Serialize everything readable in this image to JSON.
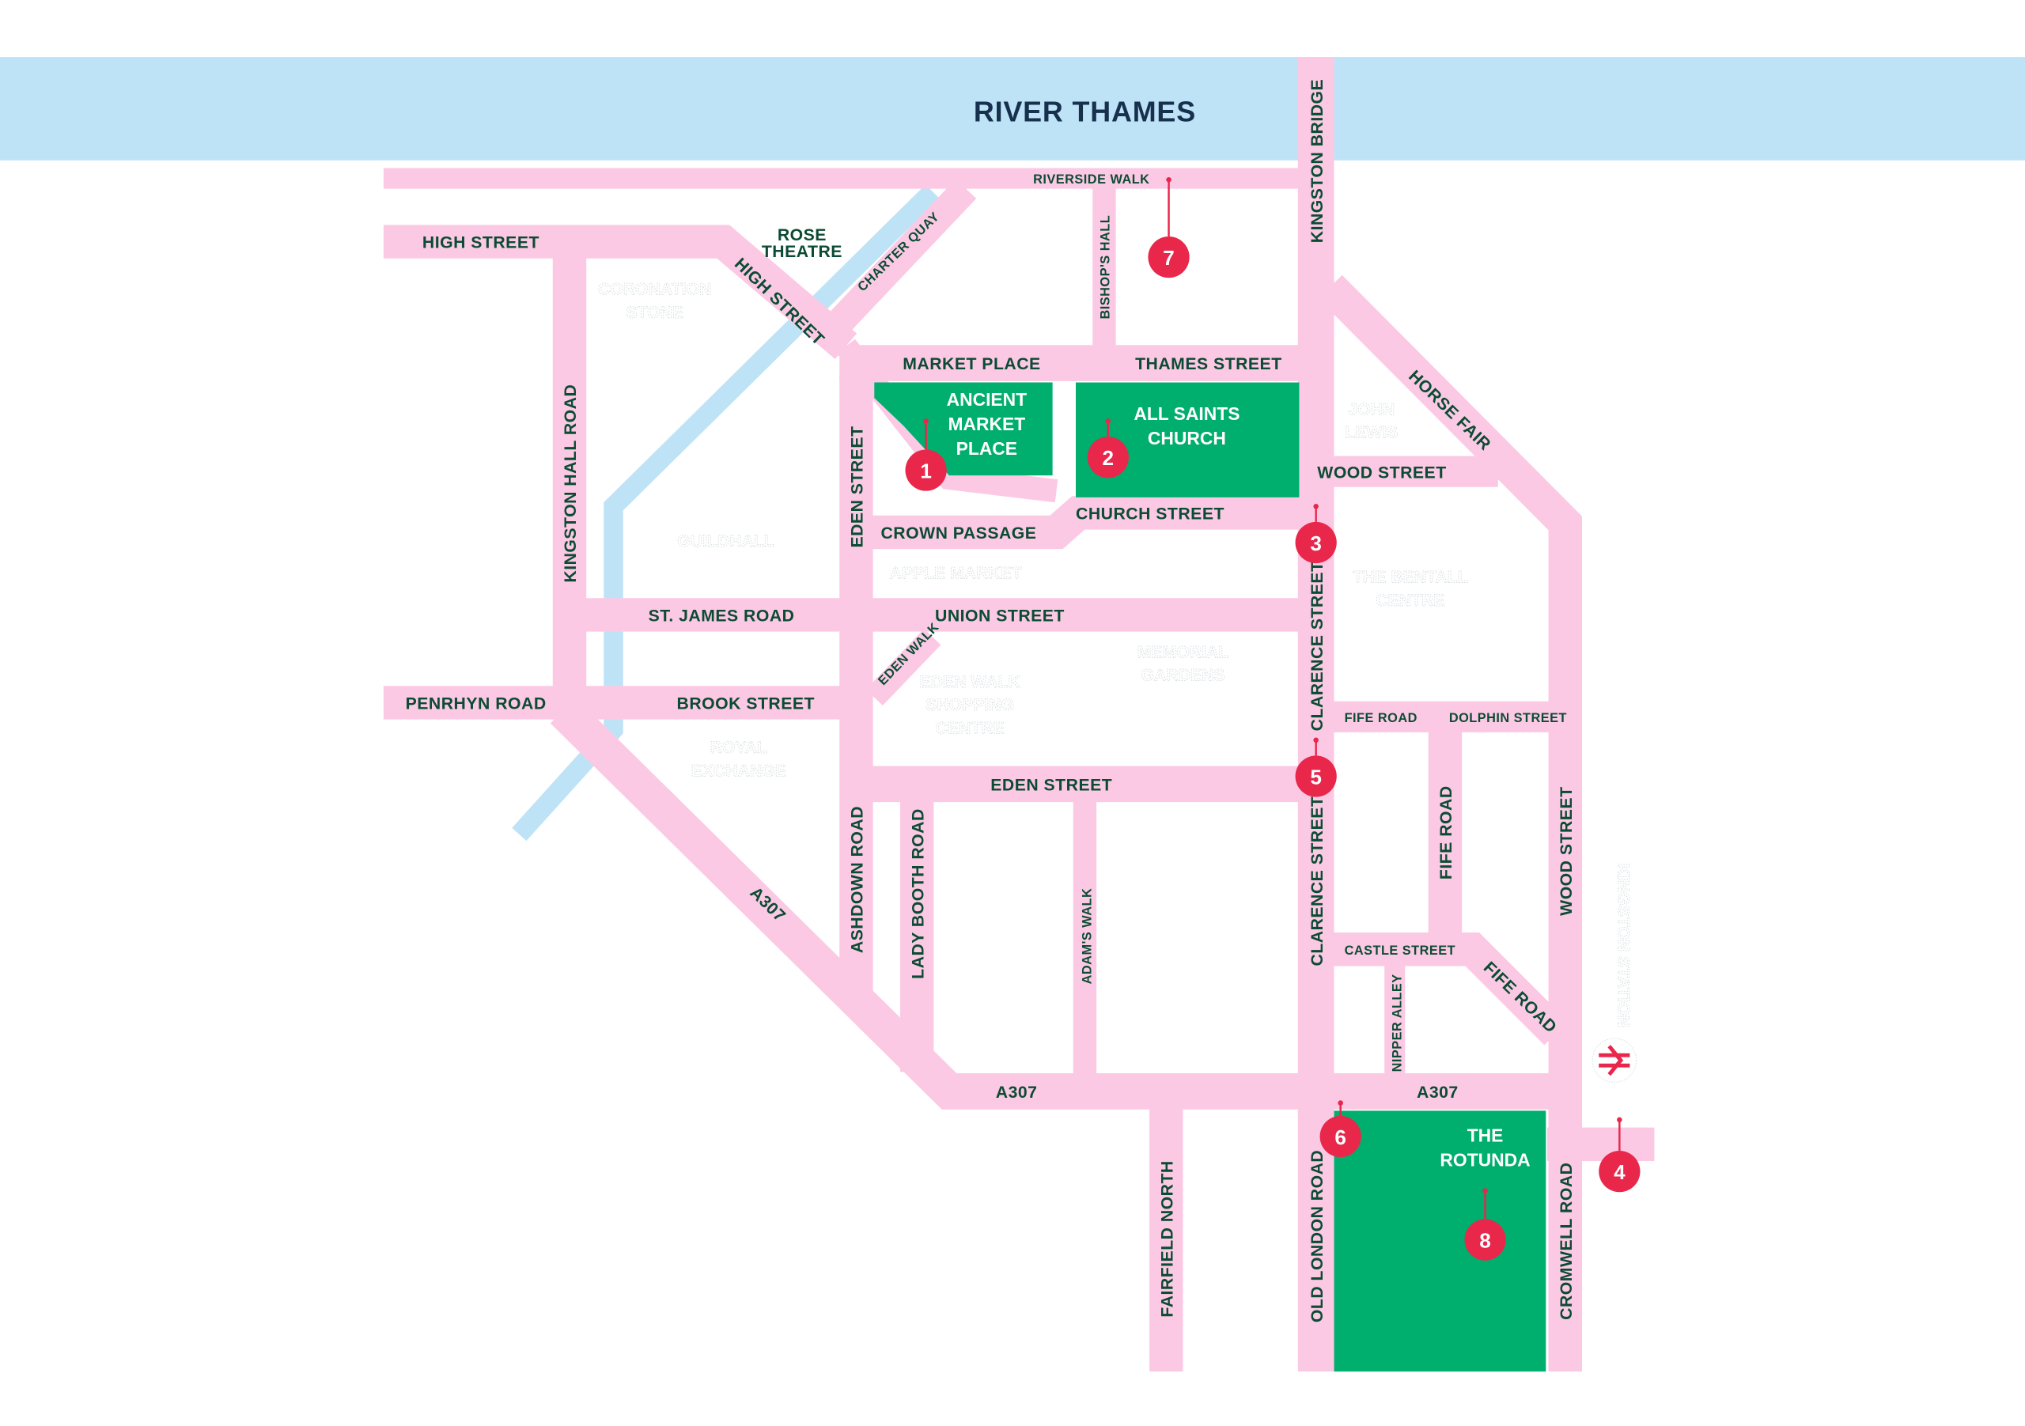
{
  "river": {
    "label": "RIVER THAMES"
  },
  "colors": {
    "road": "#fcc9e5",
    "river": "#bfe3f6",
    "green": "#00ae6e",
    "text": "#0c4b33",
    "marker": "#e8274b"
  },
  "streets": {
    "riverside_walk": "RIVERSIDE WALK",
    "high_street_1": "HIGH STREET",
    "high_street_2": "HIGH STREET",
    "charter_quay": "CHARTER QUAY",
    "bishops_hall": "BISHOP'S HALL",
    "kingston_bridge": "KINGSTON BRIDGE",
    "market_place": "MARKET PLACE",
    "thames_street": "THAMES STREET",
    "horse_fair": "HORSE FAIR",
    "wood_street_1": "WOOD STREET",
    "church_street": "CHURCH STREET",
    "crown_passage": "CROWN PASSAGE",
    "eden_street_v": "EDEN STREET",
    "kingston_hall_road": "KINGSTON HALL ROAD",
    "st_james_road": "ST. JAMES ROAD",
    "union_street": "UNION STREET",
    "clarence_street_1": "CLARENCE STREET",
    "eden_walk": "EDEN WALK",
    "penrhyn_road": "PENRHYN ROAD",
    "brook_street": "BROOK STREET",
    "fife_road_1": "FIFE ROAD",
    "dolphin_street": "DOLPHIN STREET",
    "eden_street_h": "EDEN STREET",
    "fife_road_2": "FIFE ROAD",
    "wood_street_2": "WOOD STREET",
    "a307_1": "A307",
    "ashdown_road": "ASHDOWN ROAD",
    "lady_booth_road": "LADY BOOTH ROAD",
    "adams_walk": "ADAM'S WALK",
    "clarence_street_2": "CLARENCE STREET",
    "castle_street": "CASTLE STREET",
    "fife_road_3": "FIFE ROAD",
    "nipper_alley": "NIPPER ALLEY",
    "a307_2": "A307",
    "a307_3": "A307",
    "fairfield_north": "FAIRFIELD NORTH",
    "old_london_road": "OLD LONDON ROAD",
    "cromwell_road": "CROMWELL ROAD"
  },
  "areas": {
    "ancient_market_place": [
      "ANCIENT",
      "MARKET",
      "PLACE"
    ],
    "all_saints_church": [
      "ALL SAINTS",
      "CHURCH"
    ],
    "the_rotunda": [
      "THE",
      "ROTUNDA"
    ],
    "rose_theatre": [
      "ROSE",
      "THEATRE"
    ]
  },
  "landmarks": {
    "coronation_stone": [
      "CORONATION",
      "STONE"
    ],
    "guildhall": "GUILDHALL",
    "apple_market": "APPLE MARKET",
    "bentall_centre": [
      "THE BENTALL",
      "CENTRE"
    ],
    "john_lewis": [
      "JOHN",
      "LEWIS"
    ],
    "memorial_gardens": [
      "MEMORIAL",
      "GARDENS"
    ],
    "eden_walk_centre": [
      "EDEN WALK",
      "SHOPPING",
      "CENTRE"
    ],
    "royal_exchange": [
      "ROYAL",
      "EXCHANGE"
    ],
    "kingston_station": "KINGSTON STATION"
  },
  "markers": [
    "1",
    "2",
    "3",
    "4",
    "5",
    "6",
    "7",
    "8"
  ],
  "icons": {
    "station": "national-rail-icon"
  }
}
